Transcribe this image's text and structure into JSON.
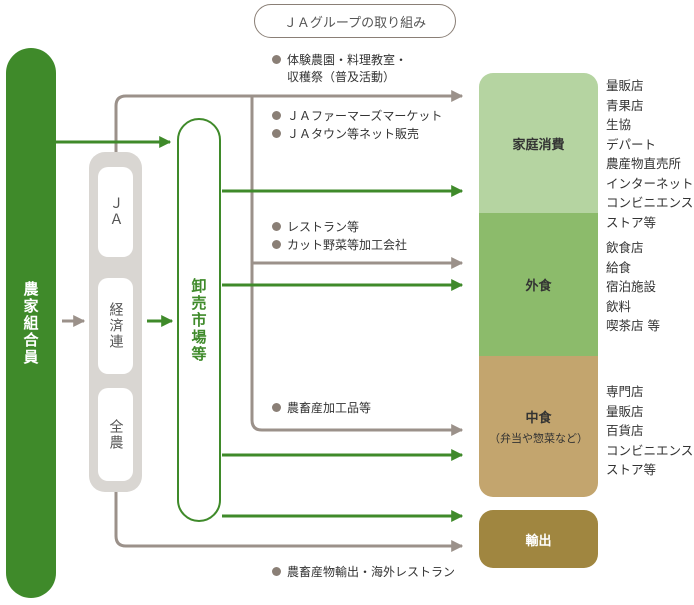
{
  "title": "ＪＡグループの取り組み",
  "nodes": {
    "farmer": "農家組合員",
    "ja_top": "ＪＡ",
    "ja_mid": "経済連",
    "ja_bottom": "全農",
    "market": "卸売市場等"
  },
  "notes": {
    "experience": "体験農園・料理教室・",
    "experience_cont": "収穫祭（普及活動）",
    "farmers_market": "ＪＡファーマーズマーケット",
    "net_sales": "ＪＡタウン等ネット販売",
    "restaurant": "レストラン等",
    "cut_veg": "カット野菜等加工会社",
    "processed": "農畜産加工品等",
    "export": "農畜産物輸出・海外レストラン"
  },
  "destinations": {
    "home": "家庭消費",
    "eating_out": "外食",
    "ready_meals": "中食",
    "ready_meals_sub": "（弁当や惣菜など）",
    "export": "輸出"
  },
  "lists": {
    "home": [
      "量販店",
      "青果店",
      "生協",
      "デパート",
      "農産物直売所",
      "インターネット",
      "コンビニエンス",
      "ストア等"
    ],
    "eating_out": [
      "飲食店",
      "給食",
      "宿泊施設",
      "飲料",
      "喫茶店 等"
    ],
    "ready_meals": [
      "専門店",
      "量販店",
      "百貨店",
      "コンビニエンス",
      "ストア等"
    ]
  },
  "colors": {
    "green": "#3f8a2a",
    "gray": "#9b918a",
    "home": "#b5d4a1",
    "eating_out": "#8cbb6b",
    "ready_meals": "#c3a56e",
    "export": "#a08640"
  }
}
